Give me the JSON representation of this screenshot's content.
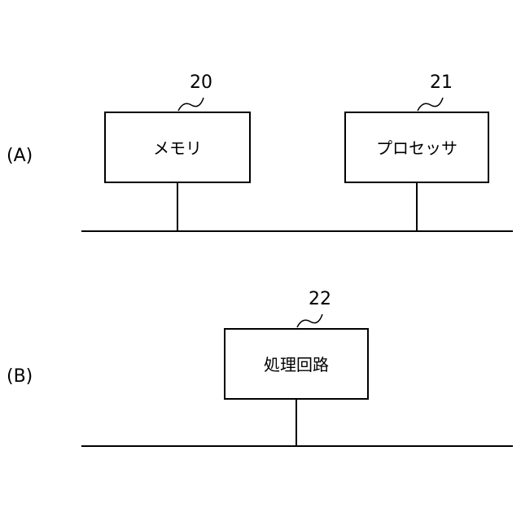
{
  "figure": {
    "panel_a": {
      "label": "(A)",
      "memory": {
        "ref": "20",
        "text": "メモリ"
      },
      "processor": {
        "ref": "21",
        "text": "プロセッサ"
      }
    },
    "panel_b": {
      "label": "(B)",
      "processing_circuit": {
        "ref": "22",
        "text": "処理回路"
      }
    }
  }
}
